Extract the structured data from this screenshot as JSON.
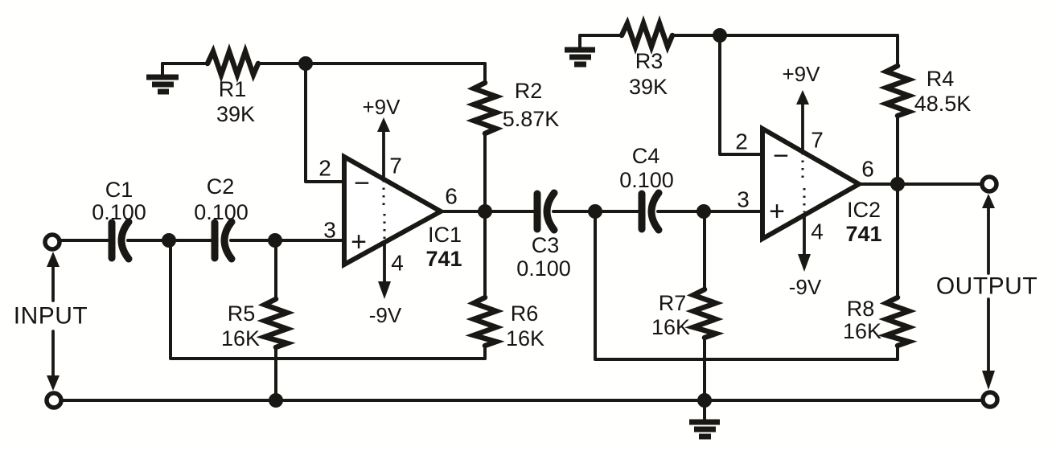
{
  "diagram": {
    "description": "Two-stage active filter schematic built around two 741 op-amps",
    "colors": {
      "ink": "#1a1815",
      "paper": "#ffffff"
    },
    "io": {
      "input_label": "INPUT",
      "output_label": "OUTPUT"
    },
    "op_amp_signs": {
      "minus": "−",
      "plus": "+"
    },
    "stage1": {
      "c1": {
        "ref": "C1",
        "value": "0.100"
      },
      "c2": {
        "ref": "C2",
        "value": "0.100"
      },
      "r1": {
        "ref": "R1",
        "value": "39K"
      },
      "r2": {
        "ref": "R2",
        "value": "5.87K"
      },
      "r5": {
        "ref": "R5",
        "value": "16K"
      },
      "r6": {
        "ref": "R6",
        "value": "16K"
      },
      "ic": {
        "ref": "IC1",
        "part": "741"
      },
      "pins": {
        "inv": "2",
        "nin": "3",
        "vpos": "7",
        "vneg": "4",
        "out": "6"
      },
      "vpos_label": "+9V",
      "vneg_label": "-9V"
    },
    "stage2": {
      "c3": {
        "ref": "C3",
        "value": "0.100"
      },
      "c4": {
        "ref": "C4",
        "value": "0.100"
      },
      "r3": {
        "ref": "R3",
        "value": "39K"
      },
      "r4": {
        "ref": "R4",
        "value": "48.5K"
      },
      "r7": {
        "ref": "R7",
        "value": "16K"
      },
      "r8": {
        "ref": "R8",
        "value": "16K"
      },
      "ic": {
        "ref": "IC2",
        "part": "741"
      },
      "pins": {
        "inv": "2",
        "nin": "3",
        "vpos": "7",
        "vneg": "4",
        "out": "6"
      },
      "vpos_label": "+9V",
      "vneg_label": "-9V"
    }
  }
}
